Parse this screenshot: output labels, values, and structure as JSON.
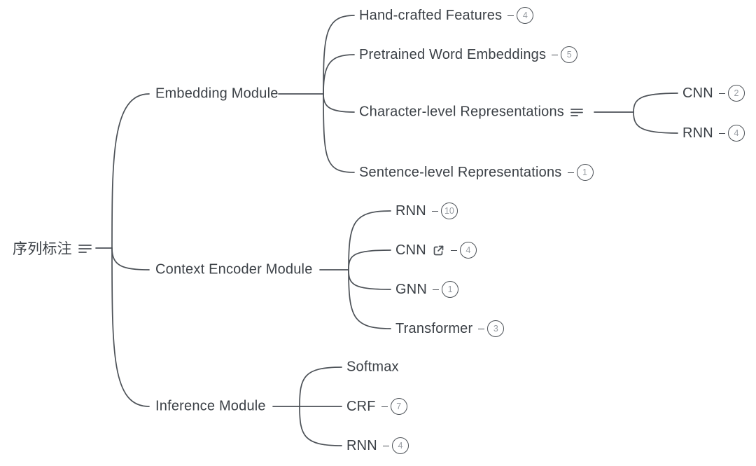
{
  "diagram": {
    "type": "mindmap",
    "root": {
      "label": "序列标注",
      "icon": "notes-icon"
    },
    "colors": {
      "background": "#ffffff",
      "line": "#4c5157",
      "text": "#3b4046",
      "badge_number": "#989da3"
    },
    "nodes": {
      "embedding": {
        "label": "Embedding Module"
      },
      "hand_crafted": {
        "label": "Hand-crafted Features",
        "badge": "4"
      },
      "pretrained": {
        "label": "Pretrained Word Embeddings",
        "badge": "5"
      },
      "char_level": {
        "label": "Character-level Representations",
        "icon": "notes-icon"
      },
      "char_cnn": {
        "label": "CNN",
        "badge": "2"
      },
      "char_rnn": {
        "label": "RNN",
        "badge": "4"
      },
      "sent_level": {
        "label": "Sentence-level Representations",
        "badge": "1"
      },
      "context": {
        "label": "Context Encoder Module"
      },
      "ctx_rnn": {
        "label": "RNN",
        "badge": "10"
      },
      "ctx_cnn": {
        "label": "CNN",
        "badge": "4",
        "icon": "external-link-icon"
      },
      "ctx_gnn": {
        "label": "GNN",
        "badge": "1"
      },
      "ctx_transformer": {
        "label": "Transformer",
        "badge": "3"
      },
      "inference": {
        "label": "Inference Module"
      },
      "inf_softmax": {
        "label": "Softmax"
      },
      "inf_crf": {
        "label": "CRF",
        "badge": "7"
      },
      "inf_rnn": {
        "label": "RNN",
        "badge": "4"
      }
    }
  }
}
